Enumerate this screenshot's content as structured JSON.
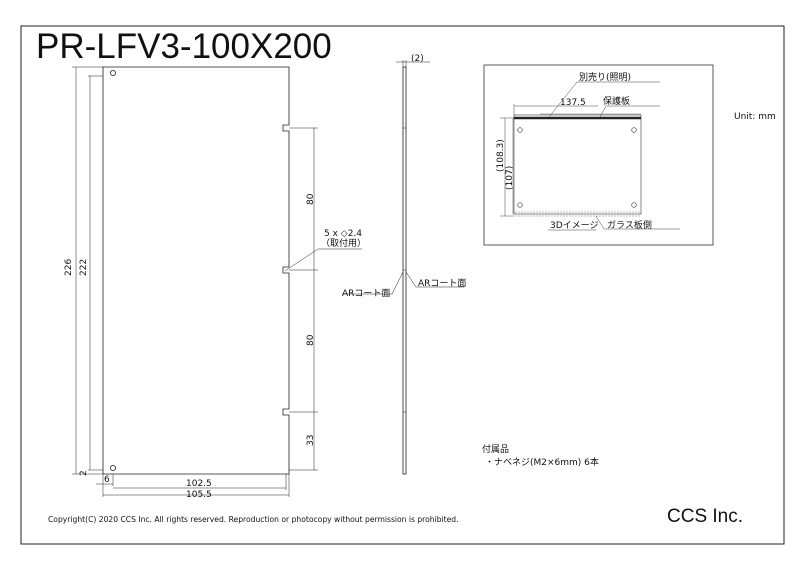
{
  "title": "PR-LFV3-100X200",
  "unit": "Unit: mm",
  "front": {
    "dim_226": "226",
    "dim_222": "222",
    "dim_2": "2",
    "dim_6": "6",
    "dim_102_5": "102.5",
    "dim_105_5": "105.5",
    "dim_80_top": "80",
    "dim_80_bottom": "80",
    "dim_33": "33",
    "hole_note_1": "5 x ◇2.4",
    "hole_note_2": "（取付用）"
  },
  "side": {
    "dim_2": "(2)",
    "ar_left": "ARコート面",
    "ar_right": "ARコート面"
  },
  "inset": {
    "sold_separately": "別売り(照明)",
    "dim_137_5": "137.5",
    "protective_plate": "保護板",
    "dim_108_3": "(108.3)",
    "dim_107": "(107)",
    "image_3d": "3Dイメージ",
    "glass_side": "ガラス板側"
  },
  "accessories": {
    "heading": "付属品",
    "item": "・ナベネジ(M2×6mm) 6本"
  },
  "copyright": "Copyright(C) 2020 CCS Inc. All rights reserved. Reproduction or photocopy without permission is prohibited.",
  "company": "CCS Inc."
}
